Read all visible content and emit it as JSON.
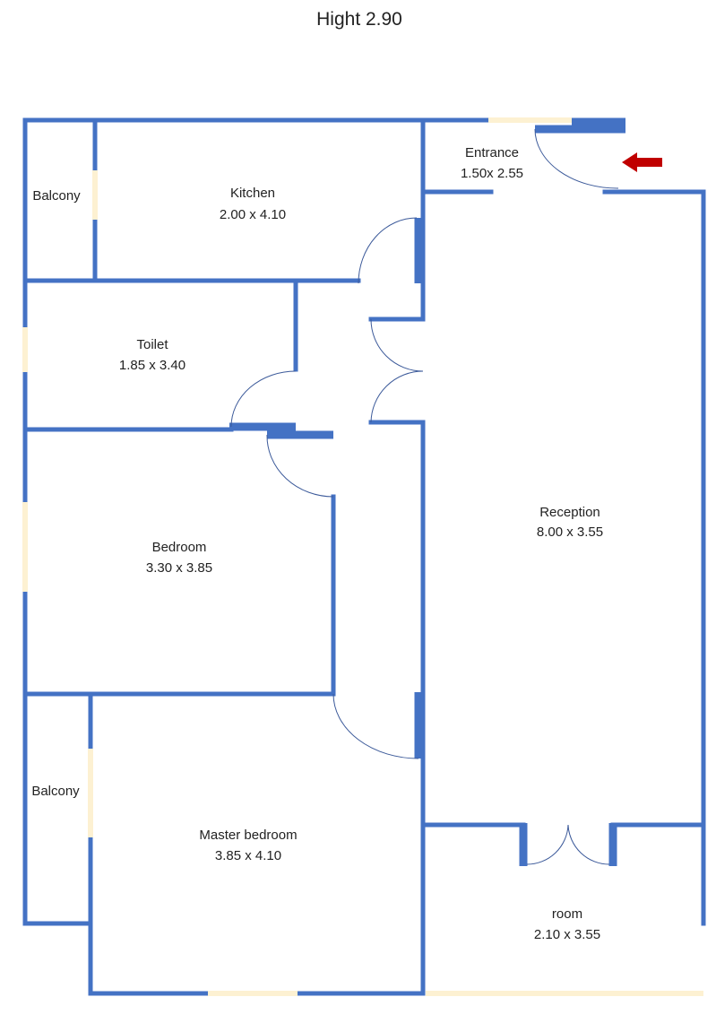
{
  "title": "Hight 2.90",
  "colors": {
    "wall": "#4472c4",
    "window": "#fdf1d2",
    "arrow": "#c00000"
  },
  "rooms": {
    "balcony_top": {
      "name": "Balcony",
      "size": ""
    },
    "kitchen": {
      "name": "Kitchen",
      "size": "2.00 x 4.10"
    },
    "entrance": {
      "name": "Entrance",
      "size": "1.50x 2.55"
    },
    "toilet": {
      "name": "Toilet",
      "size": "1.85 x 3.40"
    },
    "bedroom": {
      "name": "Bedroom",
      "size": "3.30 x 3.85"
    },
    "reception": {
      "name": "Reception",
      "size": "8.00 x 3.55"
    },
    "balcony_bottom": {
      "name": "Balcony",
      "size": ""
    },
    "master_bedroom": {
      "name": "Master bedroom",
      "size": "3.85 x 4.10"
    },
    "room": {
      "name": "room",
      "size": "2.10 x 3.55"
    }
  },
  "icons": {
    "entry_arrow": "left-arrow-icon"
  }
}
